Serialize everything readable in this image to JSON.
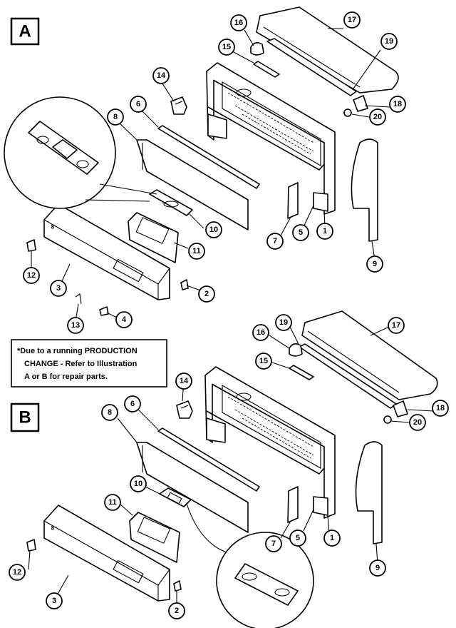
{
  "illustrations": [
    {
      "id": "A",
      "label": "A"
    },
    {
      "id": "B",
      "label": "B"
    }
  ],
  "note": {
    "lines": [
      "*Due to a running PRODUCTION",
      "CHANGE - Refer to Illustration",
      "A or B for repair parts."
    ]
  },
  "callouts_a": [
    "16",
    "17",
    "15",
    "19",
    "14",
    "18",
    "20",
    "6",
    "8",
    "7",
    "5",
    "1",
    "10",
    "9",
    "11",
    "12",
    "3",
    "2",
    "13",
    "4"
  ],
  "callouts_b": [
    "19",
    "17",
    "16",
    "15",
    "14",
    "18",
    "20",
    "6",
    "8",
    "10",
    "11",
    "7",
    "5",
    "1",
    "9",
    "12",
    "3",
    "2"
  ],
  "colors": {
    "line": "#000000",
    "background": "#ffffff"
  }
}
